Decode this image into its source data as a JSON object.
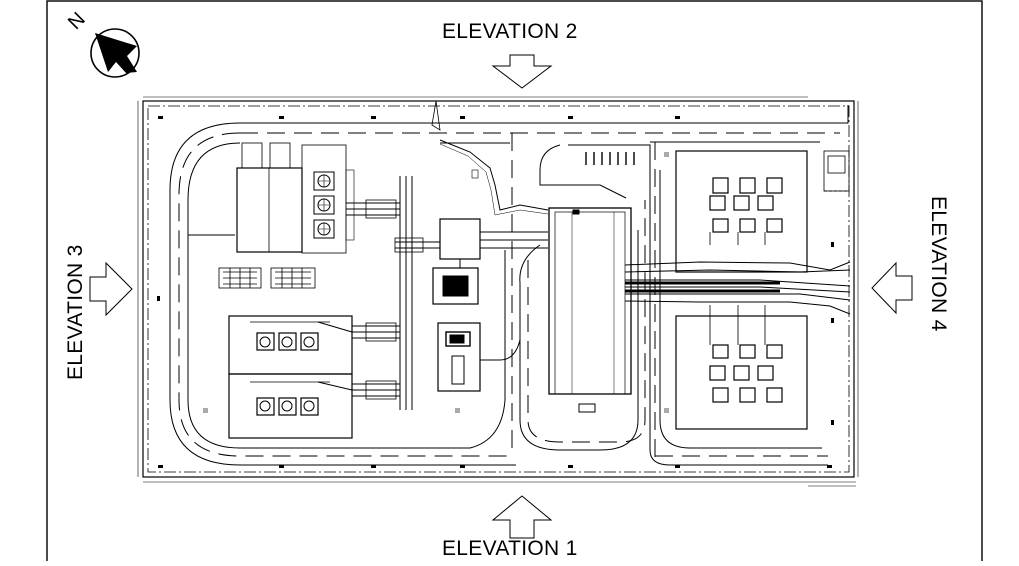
{
  "elevations": {
    "top": "ELEVATION 2",
    "bottom": "ELEVATION 1",
    "left": "ELEVATION 3",
    "right": "ELEVATION 4"
  },
  "north": {
    "letter": "N",
    "icon": "north-arrow-icon"
  },
  "colors": {
    "line": "#000000",
    "background": "#ffffff"
  }
}
